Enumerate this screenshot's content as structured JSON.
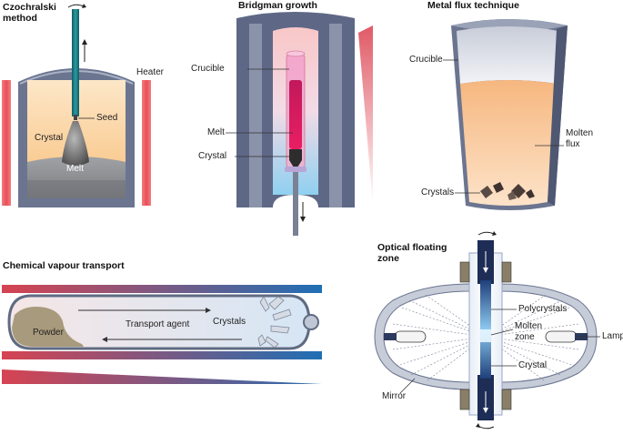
{
  "panels": {
    "czochralski": {
      "title_lines": [
        "Czochralski",
        "method"
      ],
      "labels": {
        "seed": "Seed",
        "crystal": "Crystal",
        "melt": "Melt",
        "heater": "Heater"
      }
    },
    "bridgman": {
      "title": "Bridgman growth",
      "labels": {
        "crucible": "Crucible",
        "melt": "Melt",
        "crystal": "Crystal"
      }
    },
    "metal_flux": {
      "title": "Metal flux technique",
      "labels": {
        "crucible": "Crucible",
        "molten_flux_lines": [
          "Molten",
          "flux"
        ],
        "crystals": "Crystals"
      }
    },
    "cvt": {
      "title": "Chemical vapour transport",
      "labels": {
        "powder": "Powder",
        "transport_agent": "Transport agent",
        "crystals": "Crystals"
      }
    },
    "floating_zone": {
      "title_lines": [
        "Optical floating",
        "zone"
      ],
      "labels": {
        "polycrystals": "Polycrystals",
        "molten_zone_lines": [
          "Molten",
          "zone"
        ],
        "crystal": "Crystal",
        "lamp": "Lamp",
        "mirror": "Mirror"
      }
    }
  },
  "colors": {
    "hot": "#e8505b",
    "cold": "#1f6fb5",
    "furnace_wall": "#6b7590",
    "melt_grey": "#8a8c90",
    "melt_orange": "#fbd3a3",
    "flux_orange": "#f8c89a"
  }
}
